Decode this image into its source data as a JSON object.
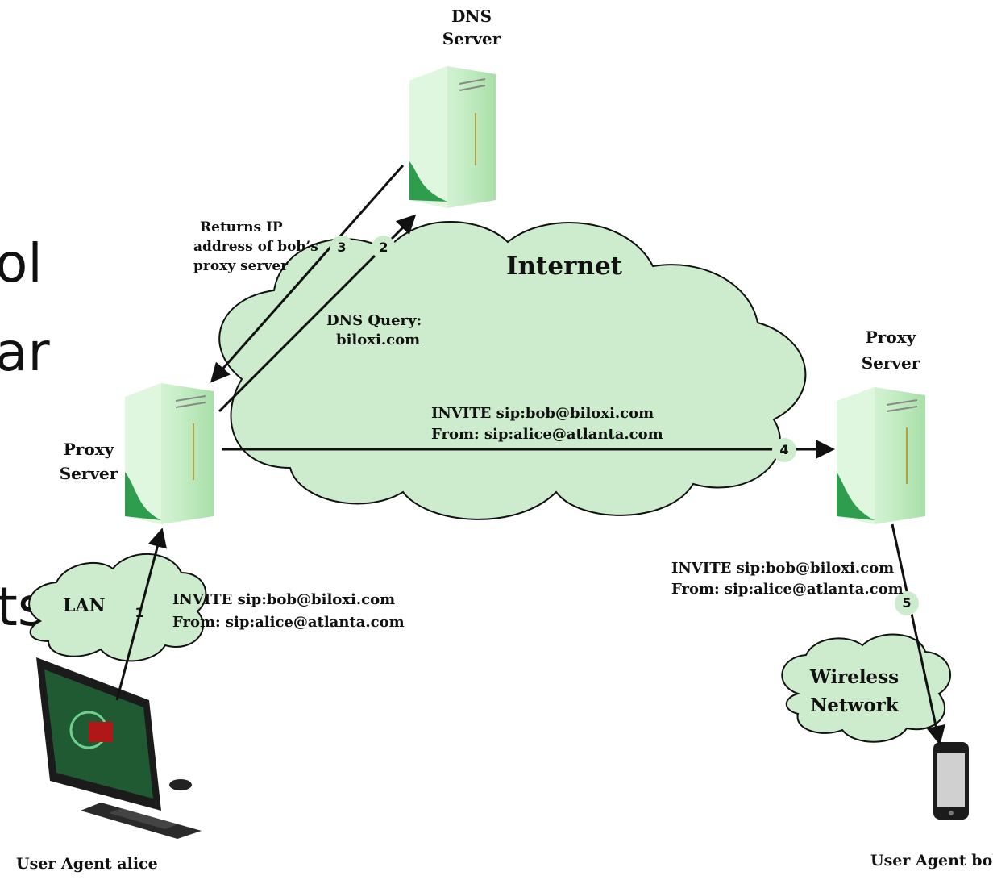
{
  "background_slide_text": [
    "ol",
    "ar",
    "ts"
  ],
  "dns_server": {
    "label_line1": "DNS",
    "label_line2": "Server"
  },
  "proxy_alice": {
    "label_line1": "Proxy",
    "label_line2": "Server"
  },
  "proxy_bob": {
    "label_line1": "Proxy",
    "label_line2": "Server"
  },
  "clouds": {
    "internet": "Internet",
    "lan": "LAN",
    "wireless_line1": "Wireless",
    "wireless_line2": "Network"
  },
  "returns_ip": {
    "line1": "Returns IP",
    "line2": "address of bob’s",
    "line3": "proxy server"
  },
  "dns_query": {
    "line1": "DNS Query:",
    "line2": "biloxi.com"
  },
  "invite_main": {
    "line1": "INVITE sip:bob@biloxi.com",
    "line2": "From: sip:alice@atlanta.com"
  },
  "invite_bob": {
    "line1": "INVITE sip:bob@biloxi.com",
    "line2": "From: sip:alice@atlanta.com"
  },
  "invite_lan": {
    "line1": "INVITE sip:bob@biloxi.com",
    "line2": "From: sip:alice@atlanta.com"
  },
  "steps": [
    "1",
    "2",
    "3",
    "4",
    "5"
  ],
  "user_agent_alice": "User Agent alice",
  "user_agent_bob": "User Agent bob",
  "colors": {
    "cloud_fill": "#cdeccd",
    "server_fill": "#d6f2d6",
    "server_dark": "#2e9e4e",
    "arrow": "#111111"
  }
}
